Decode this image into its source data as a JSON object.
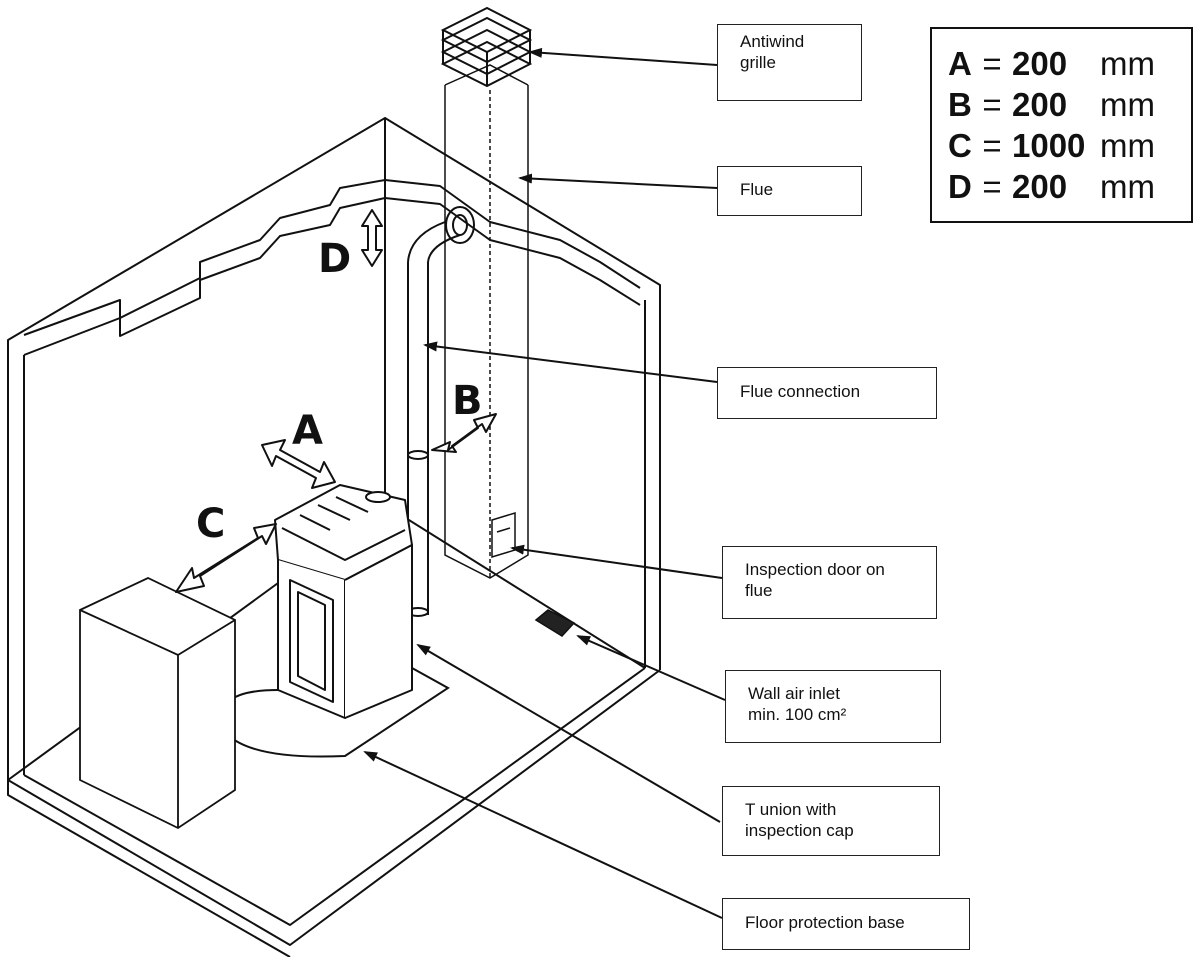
{
  "legend": {
    "rows": [
      {
        "key": "A",
        "eq": "=",
        "value": "200",
        "unit": "mm"
      },
      {
        "key": "B",
        "eq": "=",
        "value": "200",
        "unit": "mm"
      },
      {
        "key": "C",
        "eq": "=",
        "value": "1000",
        "unit": "mm"
      },
      {
        "key": "D",
        "eq": "=",
        "value": "200",
        "unit": "mm"
      }
    ]
  },
  "dimensions": {
    "a": "A",
    "b": "B",
    "c": "C",
    "d": "D"
  },
  "callouts": {
    "antiwind_grille": {
      "line1": "Antiwind",
      "line2": "grille"
    },
    "flue": {
      "line1": "Flue"
    },
    "flue_connection": {
      "line1": "Flue connection"
    },
    "inspection_door": {
      "line1": "Inspection door on",
      "line2": "flue"
    },
    "wall_air_inlet": {
      "line1": "Wall air inlet",
      "line2": "min. 100 cm²"
    },
    "t_union": {
      "line1": "T union with",
      "line2": "inspection cap"
    },
    "floor_base": {
      "line1": "Floor protection base"
    }
  }
}
